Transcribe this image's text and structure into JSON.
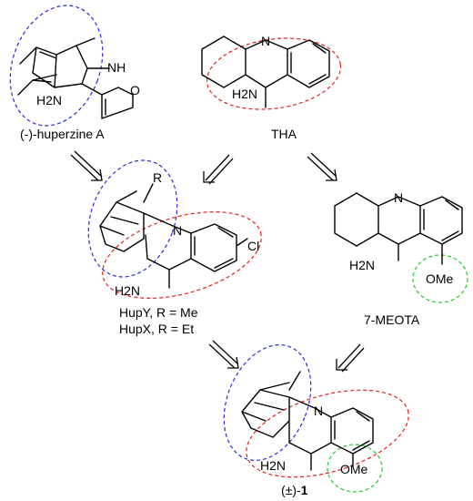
{
  "colors": {
    "blue_region": "#2a2ae0",
    "red_region": "#e8201c",
    "green_region": "#22cc22",
    "line": "#000000"
  },
  "compounds": {
    "huperzine": {
      "caption": "(-)-huperzine A",
      "nh": "NH",
      "o": "O",
      "nh2": "H2N"
    },
    "tha": {
      "caption": "THA",
      "n": "N",
      "nh2": "H2N"
    },
    "hup_xy": {
      "caption_1": "HupY, R = Me",
      "caption_2": "HupX, R = Et",
      "r": "R",
      "n": "N",
      "cl": "Cl",
      "nh2": "H2N"
    },
    "meota": {
      "caption": "7-MEOTA",
      "n": "N",
      "nh2": "H2N",
      "ome": "OMe"
    },
    "product": {
      "caption_prefix": "(±)-",
      "caption_number": "1",
      "n": "N",
      "nh2": "H2N",
      "ome": "OMe"
    }
  }
}
